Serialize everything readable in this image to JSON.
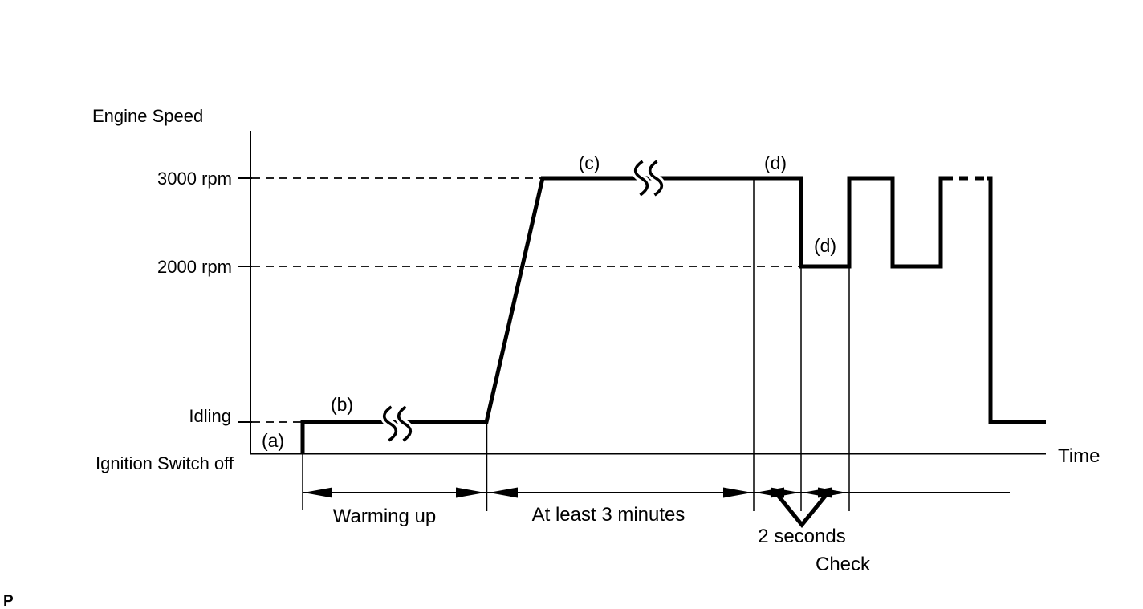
{
  "colors": {
    "background": "#ffffff",
    "ink": "#000000"
  },
  "page_marker": "P",
  "axes": {
    "y_title": "Engine Speed",
    "x_title": "Time",
    "levels": [
      {
        "id": "rpm_3000",
        "label": "3000 rpm",
        "value": 3000,
        "unit": "rpm"
      },
      {
        "id": "rpm_2000",
        "label": "2000 rpm",
        "value": 2000,
        "unit": "rpm"
      },
      {
        "id": "idling",
        "label": "Idling"
      },
      {
        "id": "ignition_off",
        "label": "Ignition Switch off"
      }
    ]
  },
  "markers": {
    "a": "(a)",
    "b": "(b)",
    "c": "(c)",
    "d_high": "(d)",
    "d_low": "(d)"
  },
  "phases": {
    "warming_up": "Warming up",
    "hold_3000": "At least 3 minutes",
    "interval": "2 seconds",
    "check": "Check"
  },
  "waveform": {
    "sequence": [
      {
        "marker": "(a)",
        "from_level": "Ignition Switch off",
        "to_level": "Idling"
      },
      {
        "marker": "(b)",
        "level": "Idling",
        "phase": "Warming up"
      },
      {
        "marker": "(c)",
        "level": "3000 rpm",
        "phase": "At least 3 minutes"
      },
      {
        "marker": "(d)",
        "level": "3000 rpm",
        "hold": "2 seconds"
      },
      {
        "marker": "(d)",
        "level": "2000 rpm",
        "hold": "2 seconds"
      },
      {
        "phase": "Check",
        "levels": [
          "3000 rpm",
          "2000 rpm"
        ],
        "interval": "2 seconds"
      },
      {
        "end_level": "Idling"
      }
    ],
    "line_breaks": "wavy break marks on Idling and 3000 rpm segments",
    "dashed_guides": [
      "3000 rpm",
      "2000 rpm",
      "Idling"
    ]
  }
}
